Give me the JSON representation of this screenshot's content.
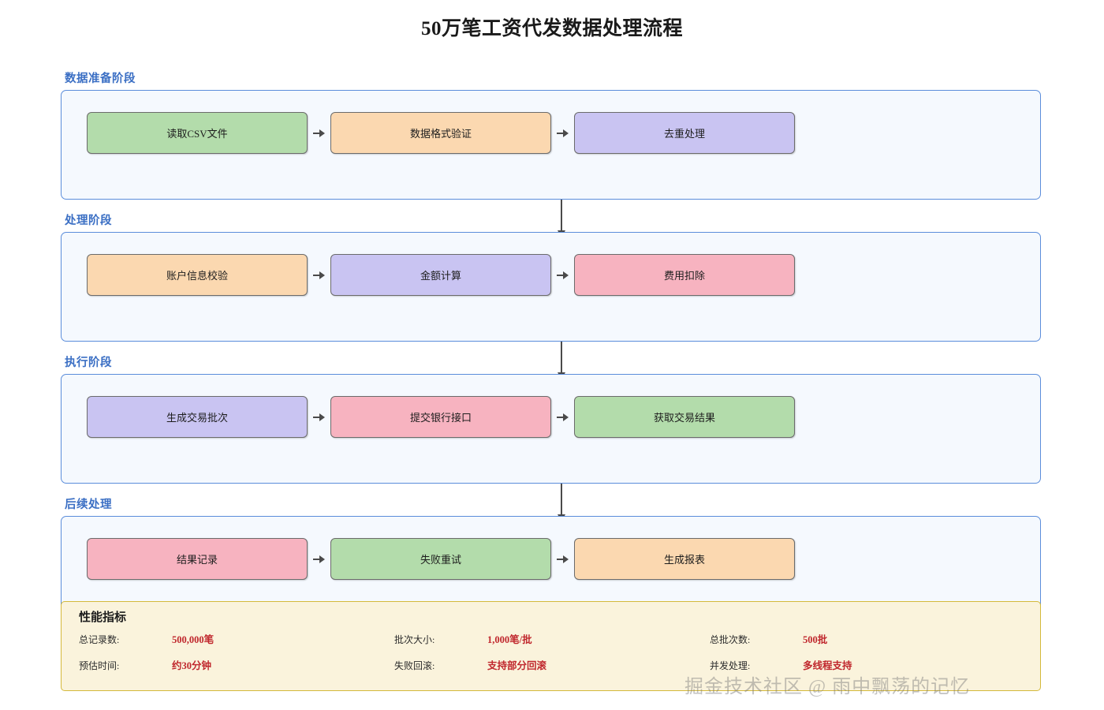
{
  "title": "50万笔工资代发数据处理流程",
  "watermark": "掘金技术社区 @ 雨中飘荡的记忆",
  "colors": {
    "stage_border": "#5b8ddb",
    "stage_fill": "#f5f9fe",
    "stage_label": "#3b6fc4",
    "node_green": "#b3dcab",
    "node_orange": "#fbd8b0",
    "node_purple": "#c9c4f2",
    "node_pink": "#f7b3c0",
    "metrics_border": "#d4b93b",
    "metrics_fill": "#faf3dc",
    "metrics_value": "#c0272d",
    "arrow": "#4a4a4a"
  },
  "stages": [
    {
      "label": "数据准备阶段",
      "nodes": [
        {
          "text": "读取CSV文件",
          "color": "green"
        },
        {
          "text": "数据格式验证",
          "color": "orange"
        },
        {
          "text": "去重处理",
          "color": "purple"
        }
      ]
    },
    {
      "label": "处理阶段",
      "nodes": [
        {
          "text": "账户信息校验",
          "color": "orange"
        },
        {
          "text": "金额计算",
          "color": "purple"
        },
        {
          "text": "费用扣除",
          "color": "pink"
        }
      ]
    },
    {
      "label": "执行阶段",
      "nodes": [
        {
          "text": "生成交易批次",
          "color": "purple"
        },
        {
          "text": "提交银行接口",
          "color": "pink"
        },
        {
          "text": "获取交易结果",
          "color": "green"
        }
      ]
    },
    {
      "label": "后续处理",
      "nodes": [
        {
          "text": "结果记录",
          "color": "pink"
        },
        {
          "text": "失败重试",
          "color": "green"
        },
        {
          "text": "生成报表",
          "color": "orange"
        }
      ]
    }
  ],
  "metrics": {
    "title": "性能指标",
    "items": [
      {
        "label": "总记录数:",
        "value": "500,000笔"
      },
      {
        "label": "批次大小:",
        "value": "1,000笔/批"
      },
      {
        "label": "总批次数:",
        "value": "500批"
      },
      {
        "label": "预估时间:",
        "value": "约30分钟"
      },
      {
        "label": "失败回滚:",
        "value": "支持部分回滚"
      },
      {
        "label": "并发处理:",
        "value": "多线程支持"
      }
    ]
  }
}
